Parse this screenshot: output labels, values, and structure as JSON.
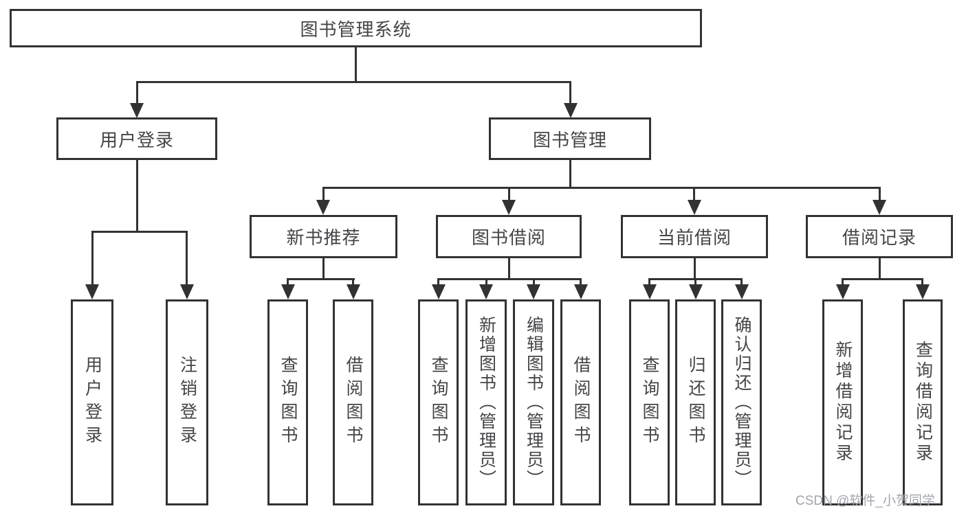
{
  "title": "图书管理系统",
  "level2": {
    "user_login": "用户登录",
    "book_mgmt": "图书管理"
  },
  "level3": {
    "new_book_rec": "新书推荐",
    "book_borrow": "图书借阅",
    "current_borrow": "当前借阅",
    "borrow_records": "借阅记录"
  },
  "leaves": {
    "user_login": "用户登录",
    "logout": "注销登录",
    "rec_query_book": "查询图书",
    "rec_borrow_book": "借阅图书",
    "bb_query_book": "查询图书",
    "bb_add_book": "新增图书（管理员）",
    "bb_edit_book": "编辑图书（管理员）",
    "bb_borrow_book": "借阅图书",
    "cb_query_book": "查询图书",
    "cb_return_book": "归还图书",
    "cb_confirm_return": "确认归还（管理员）",
    "br_add_record": "新增借阅记录",
    "br_query_record": "查询借阅记录"
  },
  "watermark": {
    "text": "CSDN @软件_小贺同学",
    "color": "#A2A5AD"
  },
  "colors": {
    "line": "#323232",
    "box_border": "#323232",
    "text": "#454549",
    "background": "#FFFFFF"
  },
  "hierarchy": {
    "图书管理系统": {
      "用户登录": [
        "用户登录",
        "注销登录"
      ],
      "图书管理": {
        "新书推荐": [
          "查询图书",
          "借阅图书"
        ],
        "图书借阅": [
          "查询图书",
          "新增图书（管理员）",
          "编辑图书（管理员）",
          "借阅图书"
        ],
        "当前借阅": [
          "查询图书",
          "归还图书",
          "确认归还（管理员）"
        ],
        "借阅记录": [
          "新增借阅记录",
          "查询借阅记录"
        ]
      }
    }
  }
}
